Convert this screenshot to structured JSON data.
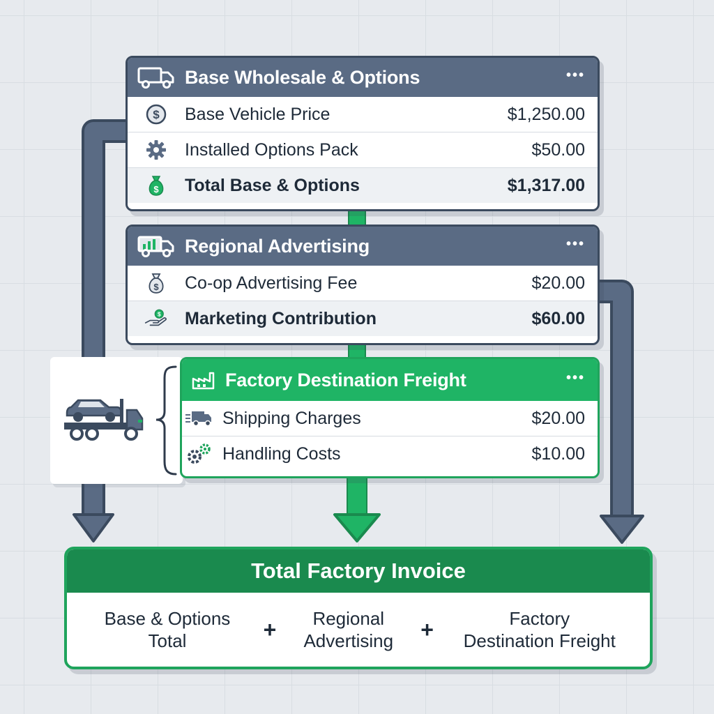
{
  "base_section": {
    "title": "Base Wholesale & Options",
    "menu": "•••",
    "rows": [
      {
        "label": "Base Vehicle Price",
        "value": "$1,250.00",
        "icon": "dollar-coin-icon"
      },
      {
        "label": "Installed Options Pack",
        "value": "$50.00",
        "icon": "gear-icon"
      },
      {
        "label": "Total Base & Options",
        "value": "$1,317.00",
        "icon": "money-bag-icon",
        "total": true
      }
    ]
  },
  "advertising_section": {
    "title": "Regional Advertising",
    "menu": "•••",
    "rows": [
      {
        "label": "Co-op Advertising Fee",
        "value": "$20.00",
        "icon": "money-bag-icon"
      },
      {
        "label": "Marketing Contribution",
        "value": "$60.00",
        "icon": "hand-coin-icon",
        "total": true
      }
    ]
  },
  "freight_section": {
    "title": "Factory Destination Freight",
    "menu": "•••",
    "rows": [
      {
        "label": "Shipping Charges",
        "value": "$20.00",
        "icon": "fast-truck-icon"
      },
      {
        "label": "Handling Costs",
        "value": "$10.00",
        "icon": "gears-icon"
      }
    ]
  },
  "total_invoice": {
    "title": "Total Factory Invoice",
    "term1_line1": "Base & Options",
    "term1_line2": "Total",
    "term2_line1": "Regional",
    "term2_line2": "Advertising",
    "term3_line1": "Factory",
    "term3_line2": "Destination Freight",
    "plus": "+"
  },
  "colors": {
    "slate_header": "#5a6b84",
    "green_header": "#1fb465",
    "dark_green": "#1a8a4e",
    "border_slate": "#3b4a5e",
    "background": "#e7eaee"
  }
}
